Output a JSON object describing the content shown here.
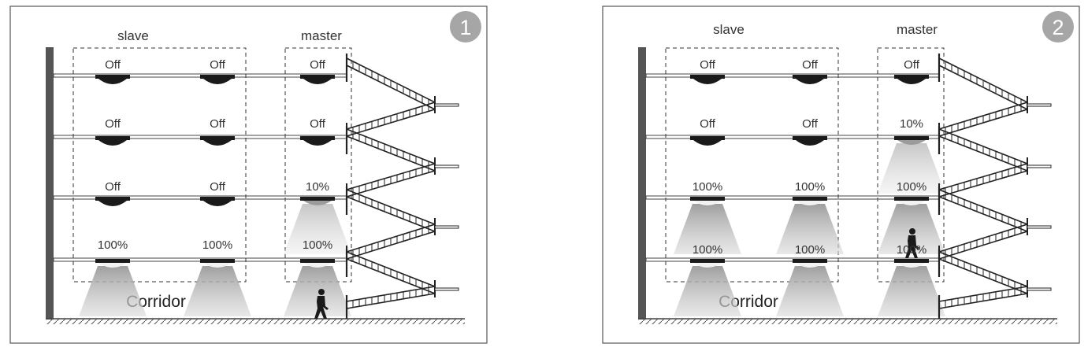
{
  "panels": [
    {
      "badge": "1",
      "slave_label": "slave",
      "master_label": "master",
      "corridor_label": "Corridor",
      "floors": [
        {
          "slave": [
            "Off",
            "Off"
          ],
          "master": "Off"
        },
        {
          "slave": [
            "Off",
            "Off"
          ],
          "master": "Off"
        },
        {
          "slave": [
            "Off",
            "Off"
          ],
          "master": "10%"
        },
        {
          "slave": [
            "100%",
            "100%"
          ],
          "master": "100%"
        }
      ],
      "person_floor": "ground"
    },
    {
      "badge": "2",
      "slave_label": "slave",
      "master_label": "master",
      "corridor_label": "Corridor",
      "floors": [
        {
          "slave": [
            "Off",
            "Off"
          ],
          "master": "Off"
        },
        {
          "slave": [
            "Off",
            "Off"
          ],
          "master": "10%"
        },
        {
          "slave": [
            "100%",
            "100%"
          ],
          "master": "100%"
        },
        {
          "slave": [
            "100%",
            "100%"
          ],
          "master": "100%"
        }
      ],
      "person_floor": "first"
    }
  ],
  "colors": {
    "frame": "#555555",
    "lamp": "#1a1a1a",
    "text": "#333333",
    "badge": "#a6a6a6",
    "wall": "#555555",
    "stairs": "#222222"
  }
}
